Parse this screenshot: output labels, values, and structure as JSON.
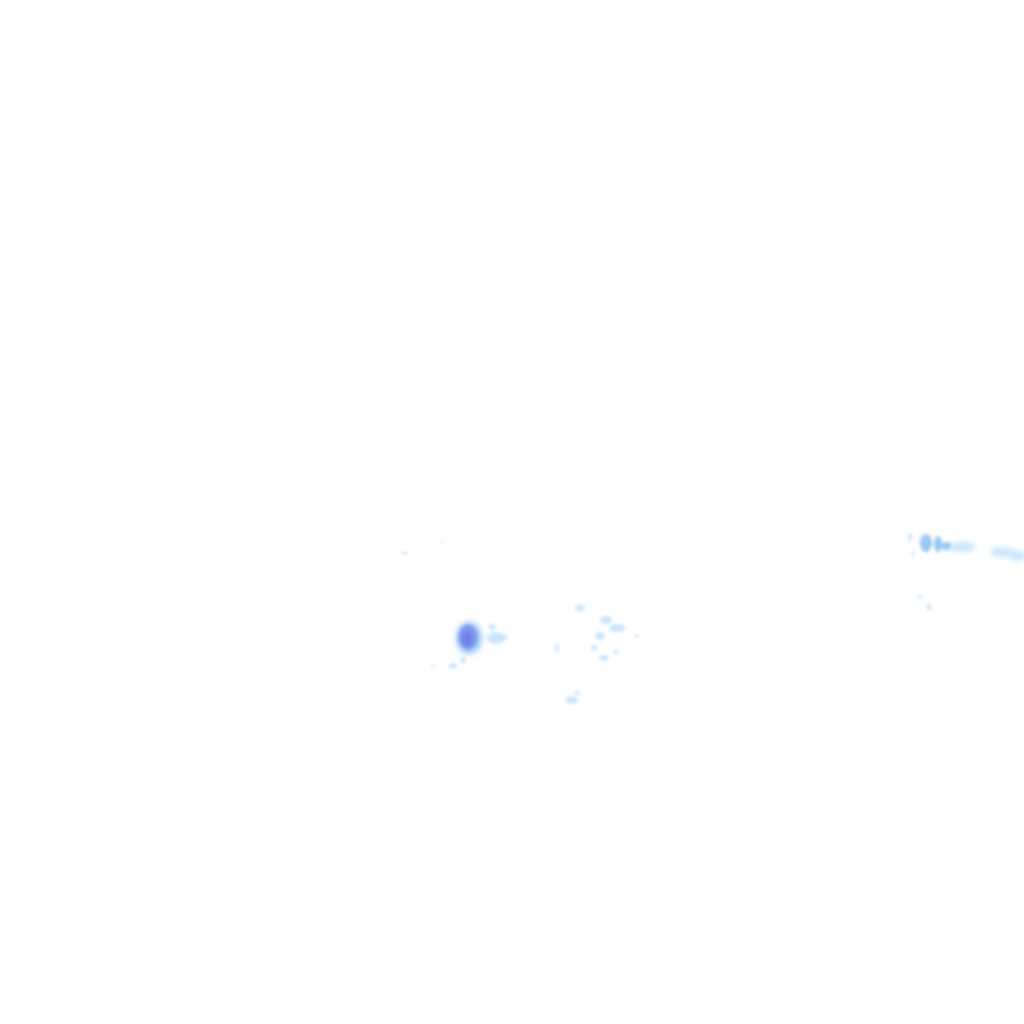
{
  "layer": {
    "kind": "precipitation-radar-overlay",
    "background": "transparent",
    "palette": {
      "light": "#b8dcf8",
      "medium": "#8fc3f2",
      "heavy": "#7e8ef0",
      "core": "#6f7ee8"
    },
    "echo_cells": [
      {
        "name": "central-heavy-cell",
        "intensity": "heavy"
      },
      {
        "name": "central-cell-east-fringe",
        "intensity": "light"
      },
      {
        "name": "south-west-fragments",
        "intensity": "light"
      },
      {
        "name": "middle-scattered-echoes",
        "intensity": "light"
      },
      {
        "name": "south-small-echo",
        "intensity": "light"
      },
      {
        "name": "east-edge-band",
        "intensity": "medium"
      },
      {
        "name": "east-trailing-fragments",
        "intensity": "light"
      },
      {
        "name": "west-tiny-specks",
        "intensity": "light"
      }
    ]
  }
}
